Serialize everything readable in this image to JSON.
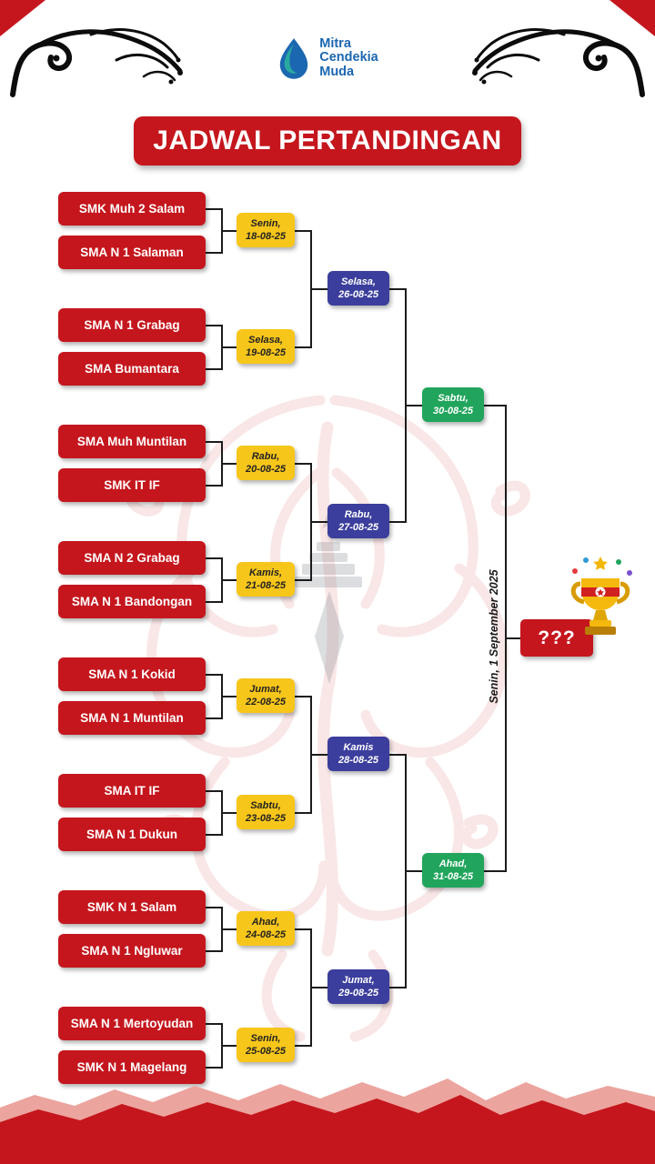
{
  "header": {
    "logo": {
      "lines": [
        "Mitra",
        "Cendekia",
        "Muda"
      ]
    },
    "title": "JADWAL PERTANDINGAN"
  },
  "bracket": {
    "round1": [
      {
        "team_top": "SMK Muh 2 Salam",
        "team_bottom": "SMA N 1 Salaman",
        "day": "Senin,",
        "date": "18-08-25"
      },
      {
        "team_top": "SMA N 1 Grabag",
        "team_bottom": "SMA Bumantara",
        "day": "Selasa,",
        "date": "19-08-25"
      },
      {
        "team_top": "SMA Muh Muntilan",
        "team_bottom": "SMK IT IF",
        "day": "Rabu,",
        "date": "20-08-25"
      },
      {
        "team_top": "SMA N 2 Grabag",
        "team_bottom": "SMA N 1 Bandongan",
        "day": "Kamis,",
        "date": "21-08-25"
      },
      {
        "team_top": "SMA N 1 Kokid",
        "team_bottom": "SMA N 1 Muntilan",
        "day": "Jumat,",
        "date": "22-08-25"
      },
      {
        "team_top": "SMA IT IF",
        "team_bottom": "SMA N 1 Dukun",
        "day": "Sabtu,",
        "date": "23-08-25"
      },
      {
        "team_top": "SMK N 1 Salam",
        "team_bottom": "SMA N 1 Ngluwar",
        "day": "Ahad,",
        "date": "24-08-25"
      },
      {
        "team_top": "SMA N 1 Mertoyudan",
        "team_bottom": "SMK N 1 Magelang",
        "day": "Senin,",
        "date": "25-08-25"
      }
    ],
    "round2": [
      {
        "day": "Selasa,",
        "date": "26-08-25"
      },
      {
        "day": "Rabu,",
        "date": "27-08-25"
      },
      {
        "day": "Kamis",
        "date": "28-08-25"
      },
      {
        "day": "Jumat,",
        "date": "29-08-25"
      }
    ],
    "round3": [
      {
        "day": "Sabtu,",
        "date": "30-08-25"
      },
      {
        "day": "Ahad,",
        "date": "31-08-25"
      }
    ],
    "final": {
      "label": "???",
      "date_label": "Senin, 1 September 2025"
    }
  },
  "colors": {
    "red": "#C5161D",
    "yellow": "#F7C61A",
    "blue": "#3B3E9C",
    "green": "#21A55C",
    "logo_blue": "#1B67B0",
    "logo_teal": "#2AA9A0"
  }
}
